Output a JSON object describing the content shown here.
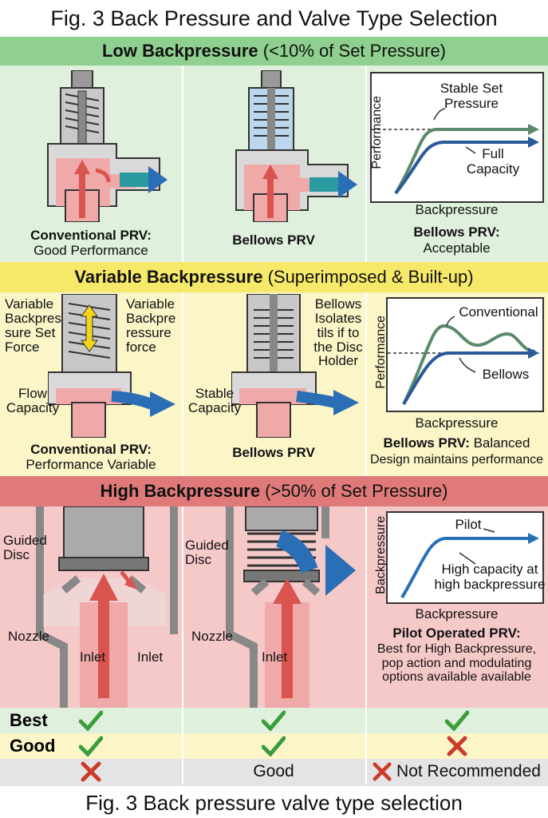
{
  "title": "Fig. 3 Back Pressure and Valve Type Selection",
  "caption": "Fig. 3 Back pressure valve type selection",
  "colors": {
    "green_band": "#8fcf8f",
    "green_bg": "#dff0dc",
    "yellow_band": "#f6e96a",
    "yellow_bg": "#fbf5c8",
    "red_band": "#e07a7a",
    "red_bg": "#f6c9c9",
    "flow_blue": "#2a6fb5",
    "valve_gray": "#b5b5b5",
    "inlet_red": "#d9534f",
    "check_green": "#3a9c3a",
    "cross_red": "#cc3a2a"
  },
  "low": {
    "band_bold": "Low Backpressure",
    "band_rest": " (<10% of Set Pressure)",
    "conv_title": "Conventional PRV:",
    "conv_sub": "Good Performance",
    "bellows_title": "Bellows PRV",
    "chart_ylabel": "Performance",
    "chart_xlabel": "Backpressure",
    "chart_label1": "Stable Set Pressure",
    "chart_label2": "Full Capacity",
    "result_title": "Bellows PRV:",
    "result_sub": "Acceptable"
  },
  "variable": {
    "band_bold": "Variable Backpressure",
    "band_rest": " (Superimposed & Built-up)",
    "left_callout1": "Variable Backpres sure Set Force",
    "right_callout1": "Variable Backpre ressure force",
    "flow_callout": "Flow Capacity",
    "conv_title": "Conventional PRV:",
    "conv_sub": "Performance Variable",
    "bellows_callout": "Bellows Isolates tils if to the Disc Holder",
    "stable_callout": "Stable Capacity",
    "bellows_title": "Bellows PRV",
    "chart_ylabel": "Performance",
    "chart_xlabel": "Backpressure",
    "chart_label1": "Conventional",
    "chart_label2": "Bellows",
    "result_title": "Bellows PRV:",
    "result_rest": " Balanced",
    "result_sub": "Design maintains performance"
  },
  "high": {
    "band_bold": "High Backpressure",
    "band_rest": " (>50% of Set Pressure)",
    "guided_disc": "Guided Disc",
    "nozzle": "Nozzle",
    "inlet": "Inlet",
    "inlet2": "Inlet",
    "guided_disc_2": "Guided Disc",
    "nozzle_2": "Nozzle",
    "inlet_3": "Inlet",
    "chart_ylabel": "Backpressure",
    "chart_xlabel": "Backpressure",
    "chart_label1": "Pilot",
    "chart_label2": "High capacity at high backpressure",
    "result_title": "Pilot Operated PRV:",
    "result_sub": "Best for High Backpressure, pop action and modulating options available available"
  },
  "ratings": {
    "best_label": "Best",
    "good_label": "Good",
    "good_text": "Good",
    "not_recommended": "Not Recommended"
  },
  "chart_data": [
    {
      "type": "line",
      "title": "",
      "xlabel": "Backpressure",
      "ylabel": "Performance",
      "series": [
        {
          "name": "Stable Set Pressure",
          "values": [
            0,
            0.55,
            0.8,
            0.8,
            0.8,
            0.8
          ]
        },
        {
          "name": "Full Capacity",
          "values": [
            0,
            0.45,
            0.68,
            0.68,
            0.68,
            0.68
          ]
        }
      ]
    },
    {
      "type": "line",
      "title": "",
      "xlabel": "Backpressure",
      "ylabel": "Performance",
      "series": [
        {
          "name": "Conventional",
          "values": [
            0,
            0.55,
            0.8,
            0.65,
            0.72,
            0.62
          ]
        },
        {
          "name": "Bellows",
          "values": [
            0,
            0.5,
            0.68,
            0.68,
            0.68,
            0.68
          ]
        }
      ]
    },
    {
      "type": "line",
      "title": "",
      "xlabel": "Backpressure",
      "ylabel": "Backpressure",
      "series": [
        {
          "name": "Pilot",
          "values": [
            0,
            0.6,
            0.85,
            0.85,
            0.85,
            0.85
          ]
        }
      ]
    }
  ]
}
